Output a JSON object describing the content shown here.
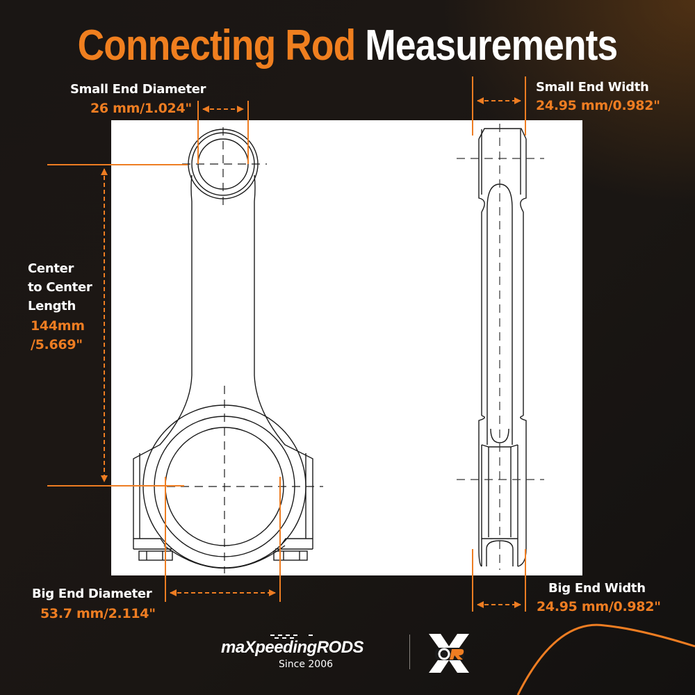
{
  "title": {
    "part1": "Connecting Rod",
    "part2": "Measurements"
  },
  "measurements": {
    "small_end_diameter": {
      "label": "Small End Diameter",
      "value": "26 mm/1.024\""
    },
    "small_end_width": {
      "label": "Small End Width",
      "value": "24.95 mm/0.982\""
    },
    "center_to_center": {
      "label_line1": "Center",
      "label_line2": "to Center",
      "label_line3": "Length",
      "value_line1": "144mm",
      "value_line2": "/5.669\""
    },
    "big_end_diameter": {
      "label": "Big End Diameter",
      "value": "53.7 mm/2.114\""
    },
    "big_end_width": {
      "label": "Big End Width",
      "value": "24.95 mm/0.982\""
    }
  },
  "branding": {
    "logo_text": "maXpeedingRODS",
    "tagline": "Since 2006",
    "badge_text": "OR"
  },
  "colors": {
    "accent": "#ee7d22",
    "background": "#1a1614",
    "panel": "#ffffff",
    "line": "#1a1a1a"
  }
}
